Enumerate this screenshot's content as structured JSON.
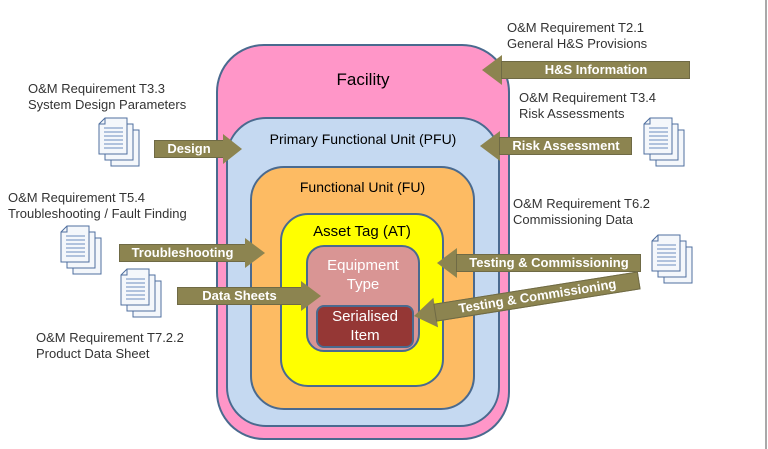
{
  "diagram": {
    "containers": {
      "facility": {
        "label": "Facility",
        "color": "#ff96c8"
      },
      "pfu": {
        "label": "Primary Functional Unit (PFU)",
        "color": "#c5d9f1"
      },
      "fu": {
        "label": "Functional Unit (FU)",
        "color": "#fdbb63"
      },
      "at": {
        "label": "Asset Tag (AT)",
        "color": "#ffff00"
      },
      "equipment_type": {
        "label_line1": "Equipment",
        "label_line2": "Type",
        "color": "#d99594"
      },
      "serialised_item": {
        "label_line1": "Serialised",
        "label_line2": "Item",
        "color": "#953735"
      }
    },
    "requirements": {
      "t21": {
        "line1": "O&M Requirement T2.1",
        "line2": "General H&S Provisions"
      },
      "t33": {
        "line1": "O&M Requirement T3.3",
        "line2": "System Design Parameters"
      },
      "t34": {
        "line1": "O&M Requirement T3.4",
        "line2": "Risk Assessments"
      },
      "t54": {
        "line1": "O&M Requirement T5.4",
        "line2": "Troubleshooting  / Fault Finding"
      },
      "t62": {
        "line1": "O&M Requirement T6.2",
        "line2": "Commissioning  Data"
      },
      "t722": {
        "line1": "O&M Requirement T7.2.2",
        "line2": "Product Data Sheet"
      }
    },
    "arrows": {
      "hs_information": "H&S Information",
      "design": "Design",
      "risk_assessment": "Risk Assessment",
      "troubleshooting": "Troubleshooting",
      "data_sheets": "Data Sheets",
      "testing_1": "Testing & Commissioning",
      "testing_2": "Testing & Commissioning"
    },
    "arrow_color": "#8c8450"
  }
}
